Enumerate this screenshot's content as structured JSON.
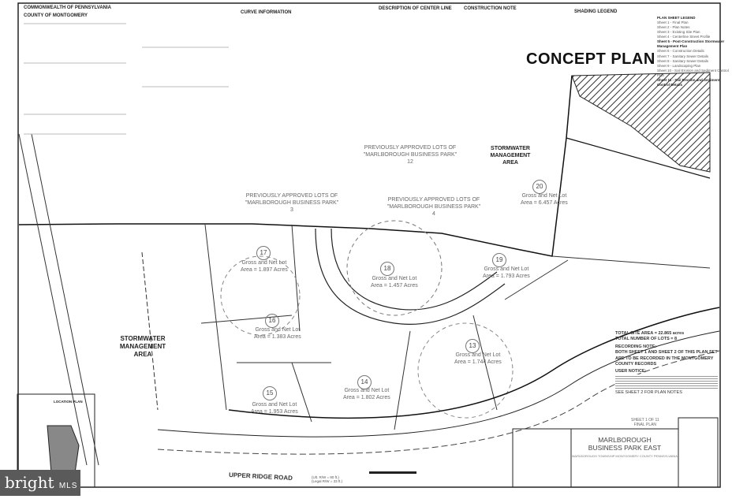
{
  "header": {
    "stamp_title": "CONCEPT PLAN"
  },
  "notes_left": {
    "commonwealth": "COMMONWEALTH OF PENNSYLVANIA",
    "county": "COUNTY OF MONTGOMERY",
    "curve_information": "CURVE INFORMATION",
    "centerline": "DESCRIPTION OF CENTER LINE",
    "construction_note": "CONSTRUCTION NOTE"
  },
  "shading_legend": {
    "title": "SHADING LEGEND"
  },
  "plan_sheet_legend": {
    "title": "PLAN SHEET LEGEND",
    "items": [
      "Sheet 1 - Final Plan",
      "Sheet 2 - Plan Notes",
      "Sheet 3 - Existing Site Plan",
      "Sheet 4 - Centerline Street Profile",
      "Sheet 5 - Post-Construction Stormwater Management Plan",
      "Sheet 6 - Construction Details",
      "Sheet 7 - Sanitary Sewer Details",
      "Sheet 8 - Sanitary Sewer Details",
      "Sheet 9 - Landscaping Plan",
      "Sheet 10 - Soil Erosion and Sediment Control Plan",
      "Sheet 11 - Soil Erosion and Sediment Control Details"
    ]
  },
  "areas": {
    "prev_lots_3": "PREVIOUSLY APPROVED LOTS OF \"MARLBOROUGH BUSINESS PARK\"",
    "prev_lots_3_num": "3",
    "prev_lots_4": "PREVIOUSLY APPROVED LOTS OF \"MARLBOROUGH BUSINESS PARK\"",
    "prev_lots_4_num": "4",
    "prev_lots_12": "PREVIOUSLY APPROVED LOTS OF \"MARLBOROUGH BUSINESS PARK\"",
    "prev_lots_12_num": "12",
    "swm_left": "STORMWATER MANAGEMENT AREA",
    "swm_right": "STORMWATER MANAGEMENT AREA"
  },
  "lots": [
    {
      "num": "17",
      "desc": "Gross and Net Lot",
      "area": "Area = 1.897 Acres"
    },
    {
      "num": "18",
      "desc": "Gross and Net Lot",
      "area": "Area = 1.457 Acres"
    },
    {
      "num": "19",
      "desc": "Gross and Net Lot",
      "area": "Area = 1.793 Acres"
    },
    {
      "num": "20",
      "desc": "Gross and Net Lot",
      "area": "Area = 6.457 Acres"
    },
    {
      "num": "16",
      "desc": "Gross and Net Lot",
      "area": "Area = 1.383 Acres"
    },
    {
      "num": "15",
      "desc": "Gross and Net Lot",
      "area": "Area = 1.953 Acres"
    },
    {
      "num": "14",
      "desc": "Gross and Net Lot",
      "area": "Area = 1.802 Acres"
    },
    {
      "num": "13",
      "desc": "Gross and Net Lot",
      "area": "Area = 1.744 Acres"
    }
  ],
  "summary": {
    "total_site_area": "TOTAL SITE AREA = 22.865 acres",
    "total_lots": "TOTAL NUMBER OF LOTS = 8",
    "recording_note_title": "RECORDING NOTE:",
    "recording_note": "BOTH SHEET 1 AND SHEET 2 OF THIS PLAN SET ARE TO BE RECORDED IN THE MONTGOMERY COUNTY RECORDS",
    "user_notice_title": "USER NOTICE:",
    "see_sheet": "SEE SHEET 2 FOR PLAN NOTES",
    "sheet": "SHEET 1 OF 11",
    "sheet_type": "FINAL PLAN"
  },
  "road": {
    "name": "UPPER RIDGE ROAD",
    "row_ult": "(Ult. R/W = 80 ft.)",
    "row_legal": "(Legal R/W = 33 ft.)"
  },
  "location_plan": {
    "title": "LOCATION PLAN"
  },
  "title_block": {
    "line1": "MARLBOROUGH",
    "line2": "BUSINESS PARK EAST",
    "subtitle": "MARLBOROUGH TOWNSHIP MONTGOMERY COUNTY PENNSYLVANIA"
  },
  "watermark": {
    "brand": "bright",
    "suffix": "MLS"
  }
}
